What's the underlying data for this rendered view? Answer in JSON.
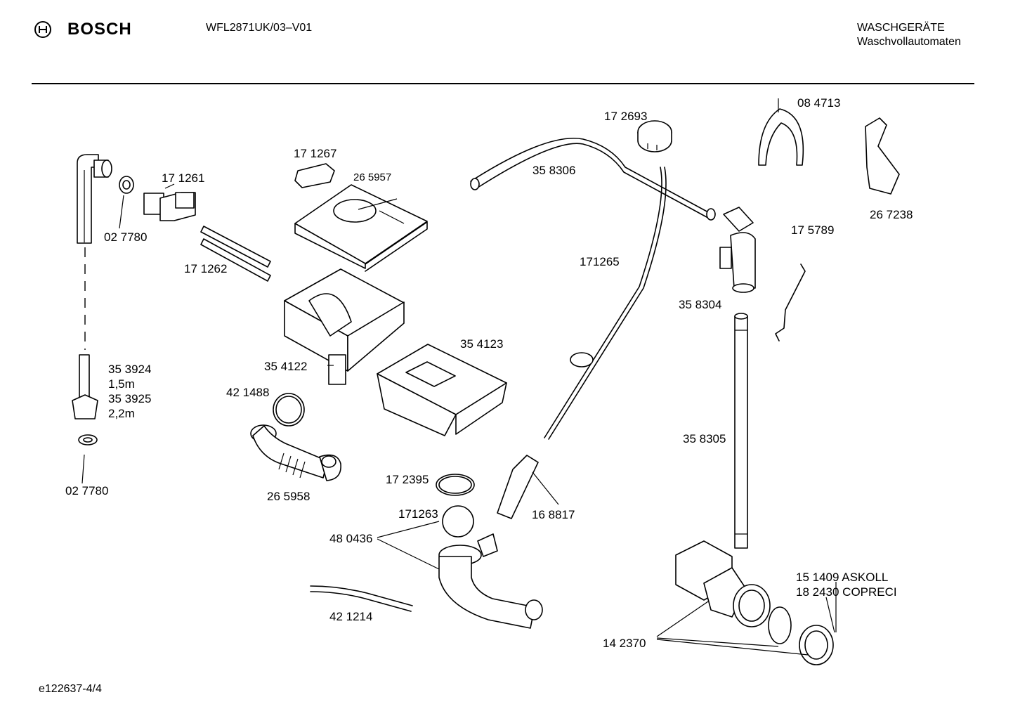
{
  "header": {
    "brand": "BOSCH",
    "model": "WFL2871UK/03–V01",
    "category_title": "WASCHGERÄTE",
    "category_subtitle": "Waschvollautomaten",
    "logo_icon": "bosch-armature-icon"
  },
  "footer": {
    "diagram_id": "e122637-4/4"
  },
  "part_labels": {
    "p171261": "17 1261",
    "p027780_top": "02 7780",
    "p171262": "17 1262",
    "p171267": "17 1267",
    "p265957": "26 5957",
    "p354122": "35 4122",
    "p354123": "35 4123",
    "p421488": "42 1488",
    "p265958": "26 5958",
    "p353924": "35 3924",
    "len_15": "1,5m",
    "p353925": "35 3925",
    "len_22": "2,2m",
    "p027780_bottom": "02 7780",
    "p172693": "17 2693",
    "p358306": "35 8306",
    "p171265": "171265",
    "p084713": "08 4713",
    "p267238": "26 7238",
    "p175789": "17 5789",
    "p358304": "35 8304",
    "p358305": "35 8305",
    "p172395": "17 2395",
    "p171263": "171263",
    "p480436": "48 0436",
    "p168817": "16 8817",
    "p421214": "42 1214",
    "p151409": "15 1409  ASKOLL",
    "p182430": "18 2430  COPRECI",
    "p142370": "14 2370"
  }
}
